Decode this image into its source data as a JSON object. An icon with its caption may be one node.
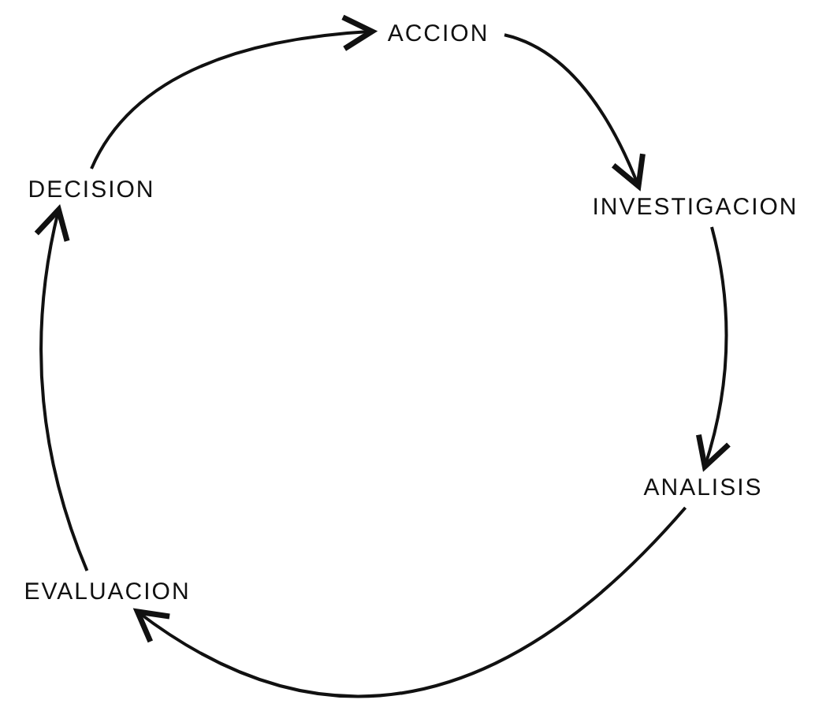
{
  "diagram": {
    "nodes": [
      {
        "text": [
          "ACCION"
        ]
      },
      {
        "text": [
          "INVESTIGACION"
        ]
      },
      {
        "text": [
          "ANALISIS"
        ]
      },
      {
        "text": [
          "EVALUACION"
        ]
      },
      {
        "text": [
          "DECISION"
        ]
      }
    ],
    "edges": [
      {
        "from": 0,
        "to": 1,
        "arrow": "to"
      },
      {
        "from": 1,
        "to": 2,
        "arrow": "to"
      },
      {
        "from": 2,
        "to": 3,
        "arrow": "to"
      },
      {
        "from": 3,
        "to": 4,
        "arrow": "to"
      },
      {
        "from": 4,
        "to": 0,
        "arrow": "to"
      }
    ]
  }
}
